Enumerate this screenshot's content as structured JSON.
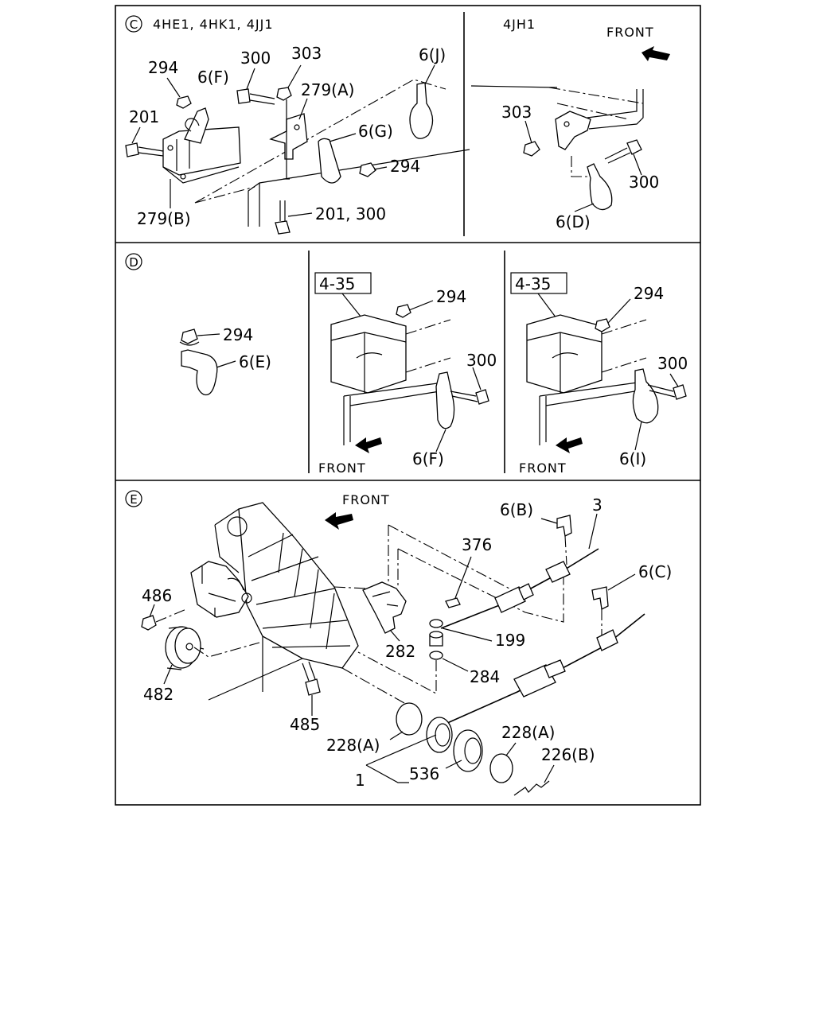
{
  "panels": {
    "c": {
      "letter": "C",
      "engines": "4HE1, 4HK1, 4JJ1",
      "labels": {
        "p294_a": "294",
        "p300_a": "300",
        "p303_a": "303",
        "p6j": "6(J)",
        "p6f_a": "6(F)",
        "p279a": "279(A)",
        "p201_a": "201",
        "p6g": "6(G)",
        "p294_b": "294",
        "p279b": "279(B)",
        "p201_300": "201, 300"
      },
      "sub_engine": "4JH1",
      "sub_front": "FRONT",
      "sub_labels": {
        "p303_b": "303",
        "p300_b": "300",
        "p6d": "6(D)"
      }
    },
    "d": {
      "letter": "D",
      "labels": {
        "p294_c": "294",
        "p6e": "6(E)"
      },
      "mid": {
        "ref": "4-35",
        "front": "FRONT",
        "labels": {
          "p294_d": "294",
          "p300_c": "300",
          "p6f_b": "6(F)"
        }
      },
      "right": {
        "ref": "4-35",
        "front": "FRONT",
        "labels": {
          "p294_e": "294",
          "p300_d": "300",
          "p6i": "6(I)"
        }
      }
    },
    "e": {
      "letter": "E",
      "front": "FRONT",
      "labels": {
        "p6b": "6(B)",
        "p3": "3",
        "p376": "376",
        "p486": "486",
        "p6c": "6(C)",
        "p199": "199",
        "p282": "282",
        "p284": "284",
        "p482": "482",
        "p485": "485",
        "p228a_1": "228(A)",
        "p228a_2": "228(A)",
        "p226b": "226(B)",
        "p1": "1",
        "p536": "536"
      }
    }
  }
}
